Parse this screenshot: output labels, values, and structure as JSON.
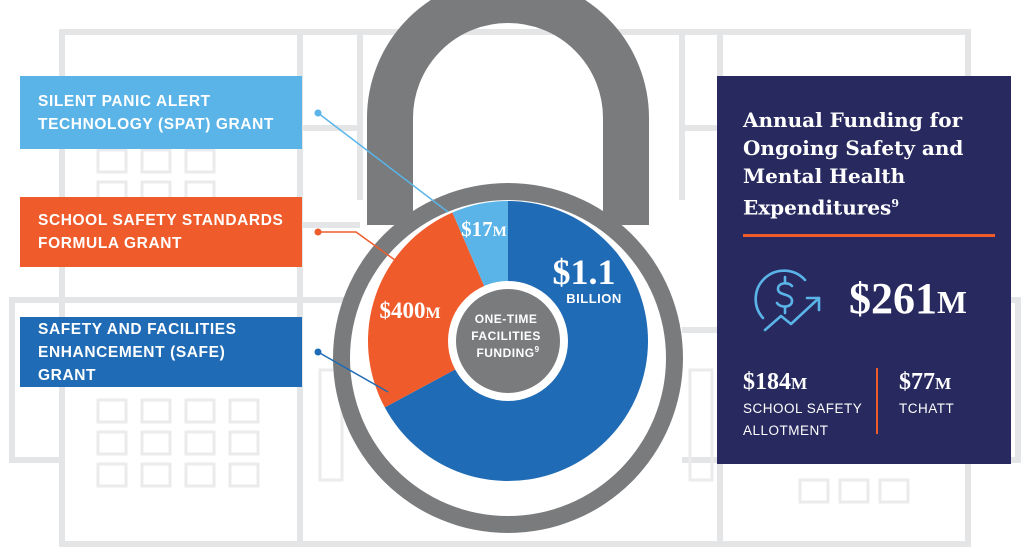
{
  "colors": {
    "spat": "#5ab4e8",
    "school_safety_standards": "#ef5b2b",
    "safe": "#1f6bb5",
    "lock_gray": "#7a7b7d",
    "panel_navy": "#27295f",
    "accent_orange": "#ef5b2b"
  },
  "grants": [
    {
      "label": "SILENT PANIC ALERT TECHNOLOGY (SPAT) GRANT",
      "line1": "SILENT PANIC ALERT",
      "line2": "TECHNOLOGY (SPAT) GRANT",
      "amount": 17,
      "amount_label": "$17",
      "unit": "M"
    },
    {
      "label": "SCHOOL SAFETY STANDARDS FORMULA GRANT",
      "line1": "SCHOOL SAFETY STANDARDS",
      "line2": "FORMULA GRANT",
      "amount": 400,
      "amount_label": "$400",
      "unit": "M"
    },
    {
      "label": "SAFETY AND FACILITIES ENHANCEMENT (SAFE) GRANT",
      "line1": "SAFETY AND FACILITIES",
      "line2": "ENHANCEMENT (SAFE) GRANT",
      "amount": 1100,
      "amount_label": "$1.1",
      "unit": "BILLION"
    }
  ],
  "center": {
    "line1": "ONE-TIME",
    "line2": "FACILITIES",
    "line3": "FUNDING",
    "footnote": "9"
  },
  "panel": {
    "title": "Annual Funding for Ongoing Safety and Mental Health Expenditures",
    "footnote": "9",
    "total_amount": "$261",
    "total_unit": "M",
    "icon": "money-growth-icon",
    "items": [
      {
        "amount": "$184",
        "unit": "M",
        "label": "SCHOOL SAFETY ALLOTMENT"
      },
      {
        "amount": "$77",
        "unit": "M",
        "label": "TCHATT"
      }
    ]
  }
}
